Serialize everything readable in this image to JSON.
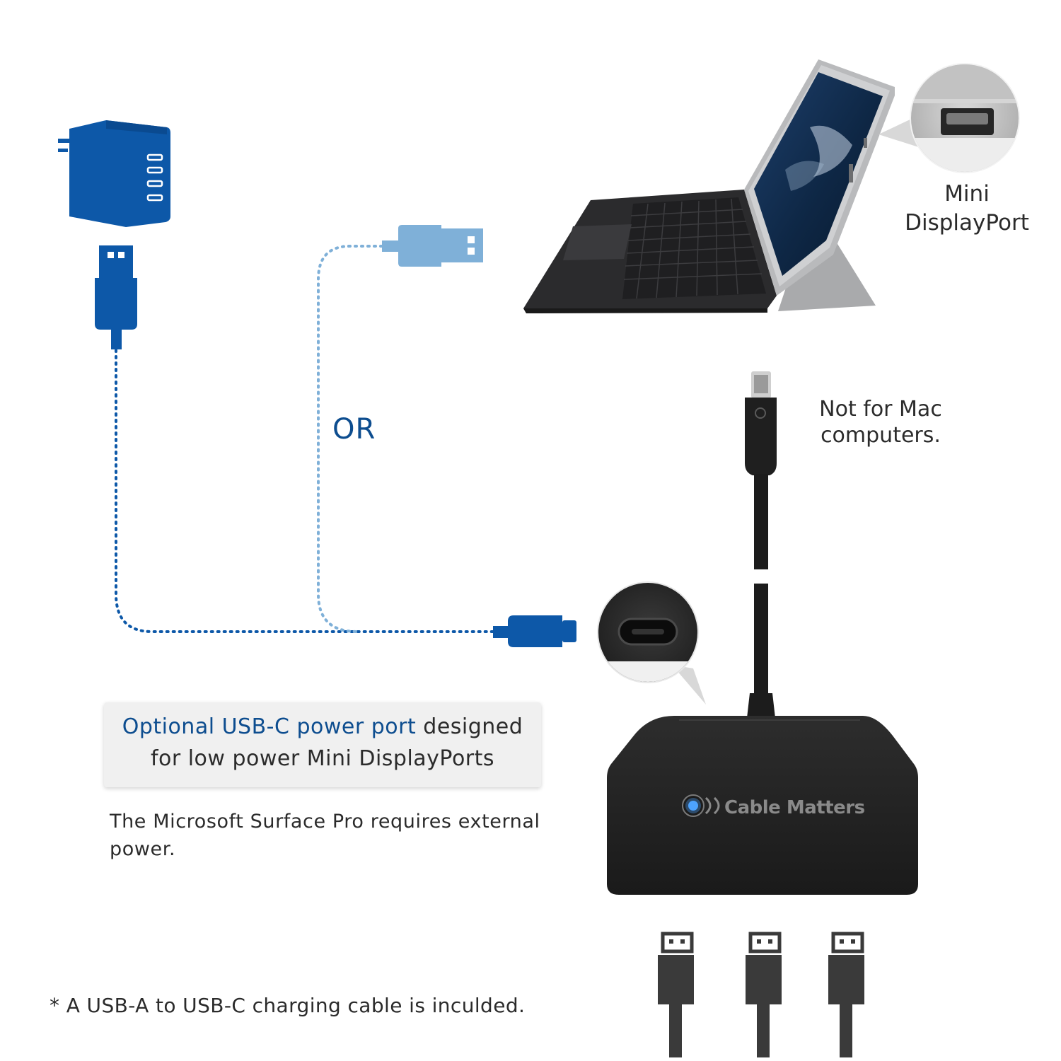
{
  "labels": {
    "mini_displayport_line1": "Mini",
    "mini_displayport_line2": "DisplayPort",
    "not_for_mac_line1": "Not for Mac",
    "not_for_mac_line2": "computers.",
    "or": "OR",
    "callout_highlight": "Optional USB-C power port",
    "callout_rest_line1": " designed",
    "callout_line2": "for low power Mini DisplayPorts",
    "surface_note": "The Microsoft Surface Pro requires external power.",
    "footnote": "* A USB-A to USB-C charging cable is inculded.",
    "brand": "Cable Matters"
  },
  "colors": {
    "dark_blue": "#0d58a8",
    "light_blue": "#7fb0d8",
    "text_blue": "#0d4d8f",
    "hub_black": "#222222",
    "text_gray": "#2b2b2b"
  },
  "icons": [
    "wall-charger-icon",
    "usb-a-plug-icon",
    "usb-c-plug-icon",
    "laptop-surface-pro",
    "mini-displayport-magnifier",
    "usb-c-port-magnifier",
    "displayport-connector-icon"
  ]
}
